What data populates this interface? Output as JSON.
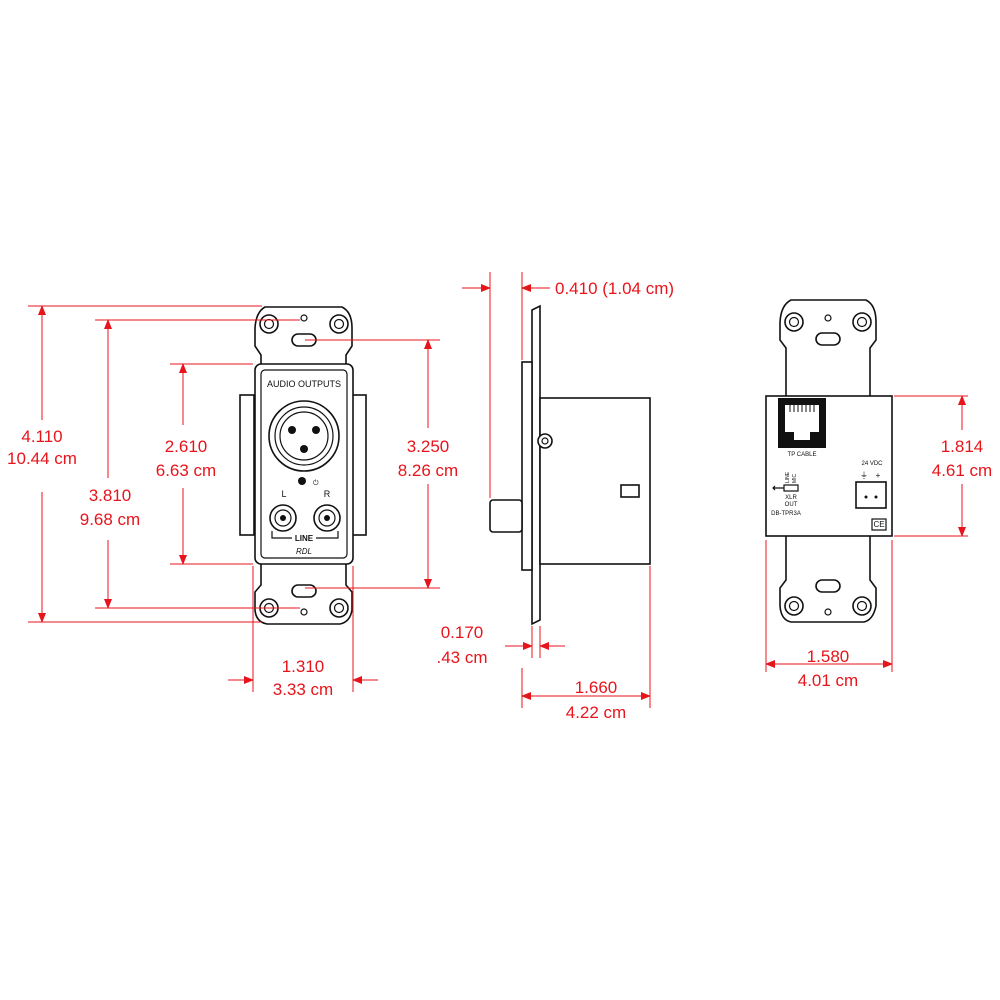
{
  "front_view": {
    "panel_title": "AUDIO OUTPUTS",
    "left_label": "L",
    "right_label": "R",
    "line_label": "LINE",
    "brand": "RDL"
  },
  "back_view": {
    "port_label": "TP CABLE",
    "switch_line": "LINE",
    "switch_mic": "MIC",
    "xlr_label": "XLR",
    "out_label": "OUT",
    "power_label": "24 VDC",
    "model": "DB-TPR3A",
    "ce_mark": "CE"
  },
  "dimensions": {
    "overall_height_in": "4.110",
    "overall_height_cm": "10.44 cm",
    "mount_spacing_in": "3.810",
    "mount_spacing_cm": "9.68 cm",
    "panel_height_in": "2.610",
    "panel_height_cm": "6.63 cm",
    "plate_height_in": "3.250",
    "plate_height_cm": "8.26 cm",
    "panel_width_in": "1.310",
    "panel_width_cm": "3.33 cm",
    "side_offset": "0.410 (1.04 cm)",
    "plate_thickness_in": "0.170",
    "plate_thickness_cm": ".43 cm",
    "depth_in": "1.660",
    "depth_cm": "4.22 cm",
    "back_height_in": "1.814",
    "back_height_cm": "4.61 cm",
    "back_width_in": "1.580",
    "back_width_cm": "4.01 cm"
  },
  "colors": {
    "dimension": "#e8141b",
    "outline": "#111111"
  }
}
